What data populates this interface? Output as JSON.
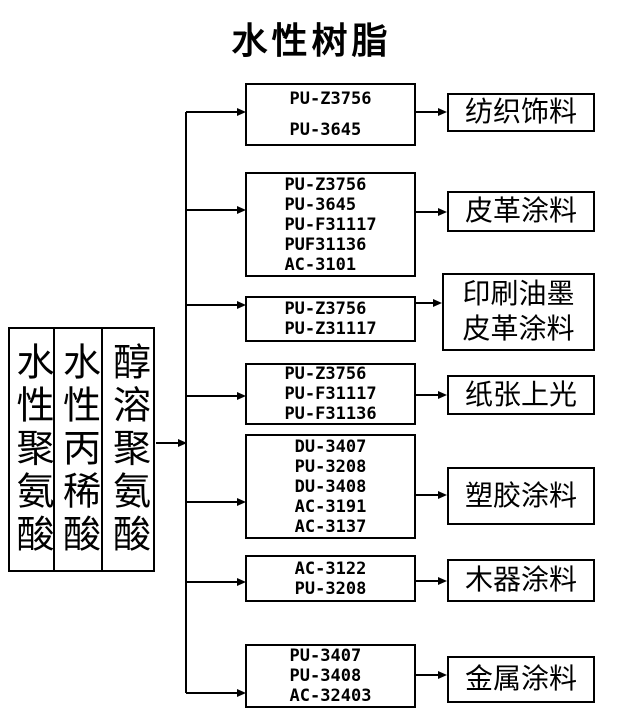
{
  "title": "水性树脂",
  "sources": [
    {
      "label": "水性聚氨酸"
    },
    {
      "label": "水性丙稀酸"
    },
    {
      "label": "醇溶聚氨酸"
    }
  ],
  "flows": [
    {
      "codes": [
        "PU-Z3756",
        "PU-3645"
      ],
      "application": [
        "纺织饰料"
      ]
    },
    {
      "codes": [
        "PU-Z3756",
        "PU-3645",
        "PU-F31117",
        "PUF31136",
        "AC-3101"
      ],
      "application": [
        "皮革涂料"
      ]
    },
    {
      "codes": [
        "PU-Z3756",
        "PU-Z31117"
      ],
      "application": [
        "印刷油墨",
        "皮革涂料"
      ]
    },
    {
      "codes": [
        "PU-Z3756",
        "PU-F31117",
        "PU-F31136"
      ],
      "application": [
        "纸张上光"
      ]
    },
    {
      "codes": [
        "DU-3407",
        "PU-3208",
        "DU-3408",
        "AC-3191",
        "AC-3137"
      ],
      "application": [
        "塑胶涂料"
      ]
    },
    {
      "codes": [
        "AC-3122",
        "PU-3208"
      ],
      "application": [
        "木器涂料"
      ]
    },
    {
      "codes": [
        "PU-3407",
        "PU-3408",
        "AC-32403"
      ],
      "application": [
        "金属涂料"
      ]
    }
  ],
  "colors": {
    "line": "#000000",
    "box_border": "#000000",
    "text": "#000000",
    "background": "#ffffff"
  }
}
